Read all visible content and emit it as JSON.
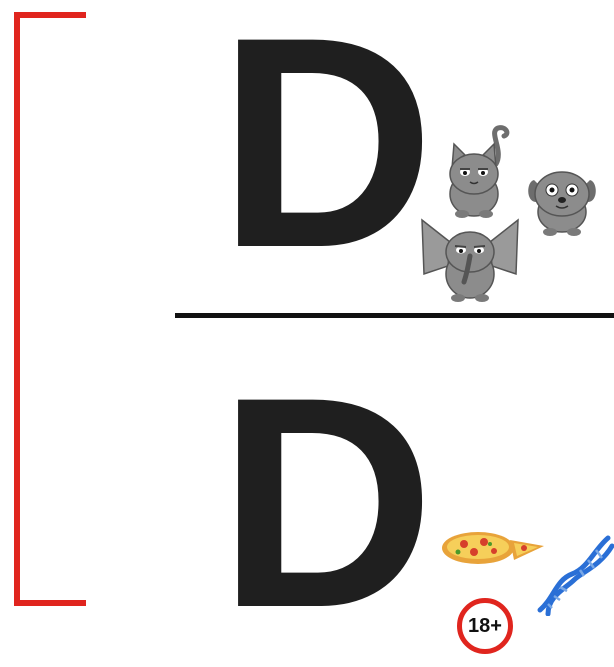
{
  "numerator": {
    "letter": "D",
    "icons": [
      "cat-icon",
      "dog-icon",
      "elephant-icon"
    ]
  },
  "denominator": {
    "letter": "D",
    "icons": [
      "pizza-icon",
      "dna-icon",
      "age-18-plus-icon"
    ]
  },
  "age_badge": {
    "label": "18+"
  },
  "colors": {
    "bracket": "#e0251e",
    "letter": "#1f1f1f",
    "fraction_line": "#111111",
    "animals": "#8c8c8c",
    "dna": "#2a6fd6",
    "pizza": "#f2b233"
  }
}
